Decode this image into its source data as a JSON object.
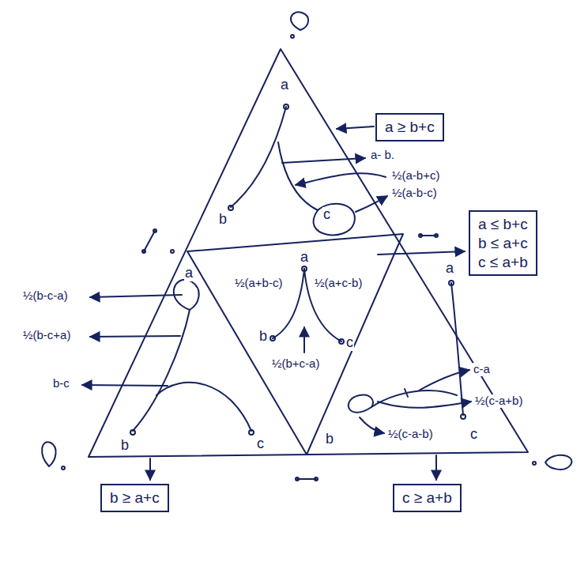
{
  "diagram": {
    "nodes": [
      {
        "text": [
          "a ≥ b+c"
        ]
      },
      {
        "text": [
          "a ≤ b+c",
          "b ≤ a+c",
          "c ≤ a+b"
        ]
      },
      {
        "text": [
          "b ≥ a+c"
        ]
      },
      {
        "text": [
          "c ≥ a+b"
        ]
      }
    ],
    "labels": [
      "a",
      "b",
      "c",
      "a- b.",
      "½(a-b+c)",
      "½(a-b-c)",
      "a",
      "b",
      "c",
      "½(b-c-a)",
      "½(b-c+a)",
      "b-c",
      "a",
      "b",
      "½(a+b-c)",
      "½(a+c-b)",
      "½(b+c-a)",
      "c",
      "a",
      "b",
      "c",
      "c-a",
      "½(c-a+b)",
      "½(c-a-b)"
    ]
  }
}
